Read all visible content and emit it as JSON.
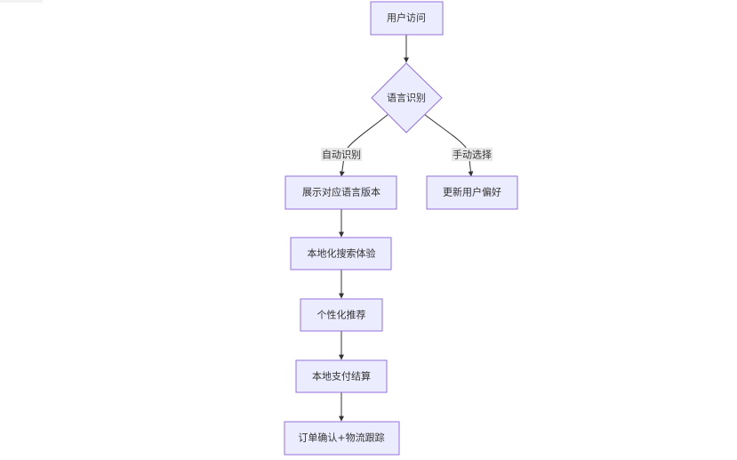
{
  "nodes": {
    "visit": "用户访问",
    "detect": "语言识别",
    "show_version": "展示对应语言版本",
    "update_pref": "更新用户偏好",
    "local_search": "本地化搜索体验",
    "recommend": "个性化推荐",
    "payment": "本地支付结算",
    "order": "订单确认+物流跟踪"
  },
  "edges": {
    "auto": "自动识别",
    "manual": "手动选择"
  },
  "colors": {
    "node_fill": "#ECECFF",
    "node_stroke": "#9370DB",
    "edge": "#333333",
    "edge_label_bg": "#e8e8e8"
  }
}
